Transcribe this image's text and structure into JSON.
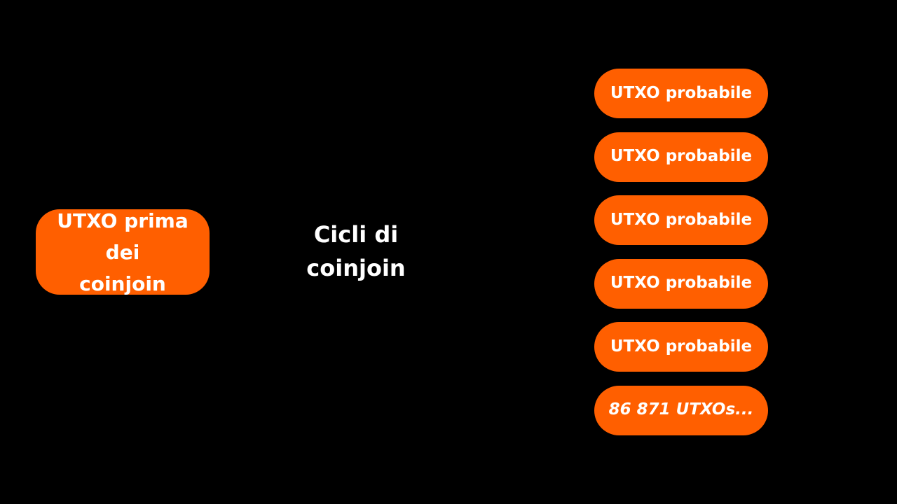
{
  "diagram": {
    "source": {
      "label_line1": "UTXO prima dei",
      "label_line2": "coinjoin"
    },
    "process": {
      "label_line1": "Cicli di",
      "label_line2": "coinjoin"
    },
    "outputs": [
      {
        "label": "UTXO probabile"
      },
      {
        "label": "UTXO probabile"
      },
      {
        "label": "UTXO probabile"
      },
      {
        "label": "UTXO probabile"
      },
      {
        "label": "UTXO probabile"
      }
    ],
    "more_outputs": {
      "label": "86 871 UTXOs..."
    }
  },
  "colors": {
    "background": "#000000",
    "pill": "#ff5f00",
    "text": "#ffffff"
  }
}
